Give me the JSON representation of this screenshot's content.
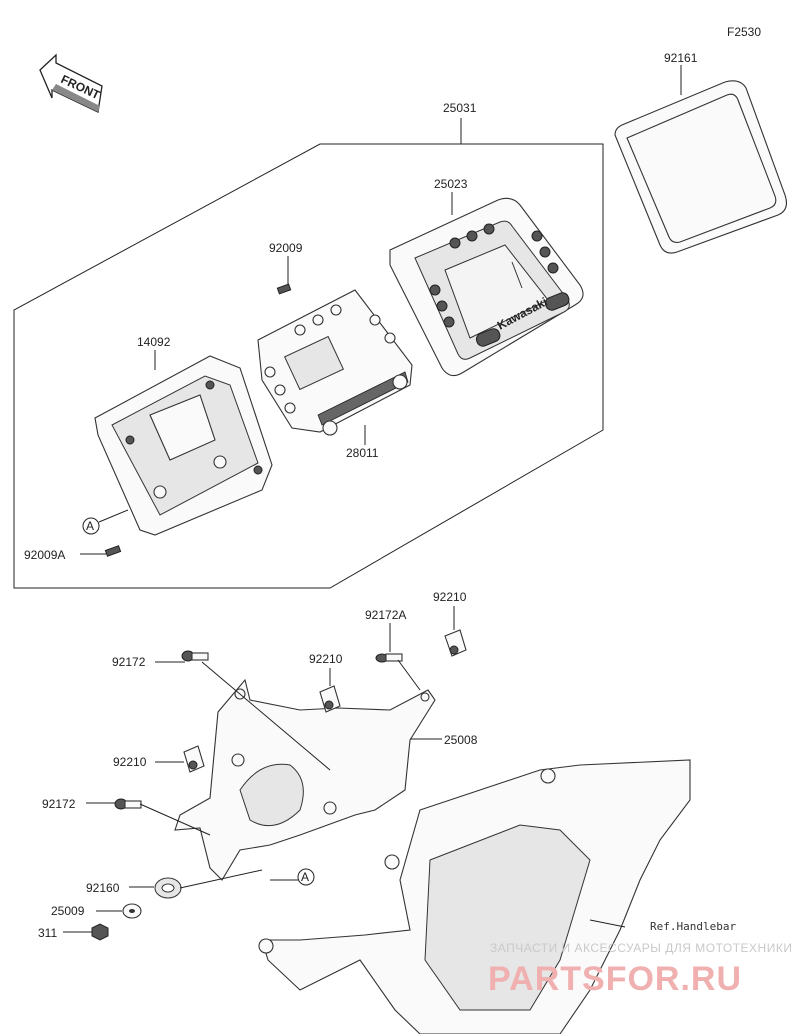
{
  "diagram": {
    "code": "F2530",
    "front_label": "FRONT",
    "ref_label": "Ref.Handlebar",
    "ref_marker": "A",
    "brand_text": "Kawasaki"
  },
  "labels": {
    "p92161": "92161",
    "p25031": "25031",
    "p25023": "25023",
    "p92009": "92009",
    "p14092": "14092",
    "p28011": "28011",
    "p92009A": "92009A",
    "p92172A": "92172A",
    "p92210_top": "92210",
    "p92172_upper": "92172",
    "p92210_mid": "92210",
    "p25008": "25008",
    "p92210_left": "92210",
    "p92172_lower": "92172",
    "p92160": "92160",
    "p25009": "25009",
    "p311": "311"
  },
  "watermark": {
    "line1": "ЗАПЧАСТИ И АКСЕССУАРЫ ДЛЯ МОТОТЕХНИКИ",
    "line2": "PARTSFOR.RU"
  }
}
